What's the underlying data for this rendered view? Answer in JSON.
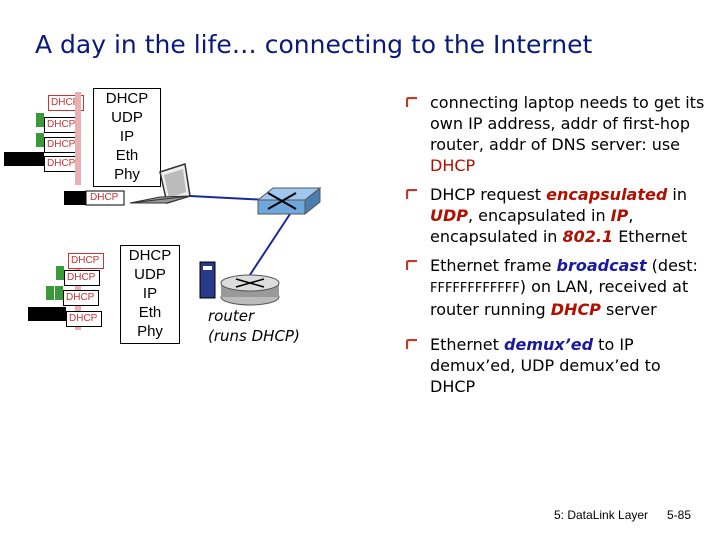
{
  "title": "A day in the life… connecting to the Internet",
  "laptop_stack": [
    "DHCP",
    "UDP",
    "IP",
    "Eth",
    "Phy"
  ],
  "router_stack": [
    "DHCP",
    "UDP",
    "IP",
    "Eth",
    "Phy"
  ],
  "packet_label": "DHCP",
  "router_label_line1": "router",
  "router_label_line2": "(runs DHCP)",
  "bullets": {
    "b1": {
      "t1": "connecting laptop needs to get its own IP address, addr of first-hop router, addr of DNS server: use ",
      "h1": "DHCP"
    },
    "b2": {
      "t1": "DHCP request ",
      "h1": "encapsulated",
      "t2": " in ",
      "h2": "UDP",
      "t3": ", encapsulated in ",
      "h3": "IP",
      "t4": ", encapsulated in ",
      "h4": "802.1",
      "t5": " Ethernet"
    },
    "b3": {
      "t1": "Ethernet frame ",
      "h1": "broadcast",
      "t2": " (dest: ",
      "mono": "FFFFFFFFFFFF",
      "t3": ") on LAN, received at router running ",
      "h2": "DHCP",
      "t4": " server"
    },
    "b4": {
      "t1": "Ethernet ",
      "h1": "demux’ed",
      "t2": " to IP demux’ed, UDP demux’ed to DHCP"
    }
  },
  "footer_left": "5: DataLink Layer",
  "footer_right": "5-85",
  "colors": {
    "title": "#0a1a7a",
    "highlight": "#b01000",
    "bullet": "#c0392b"
  }
}
